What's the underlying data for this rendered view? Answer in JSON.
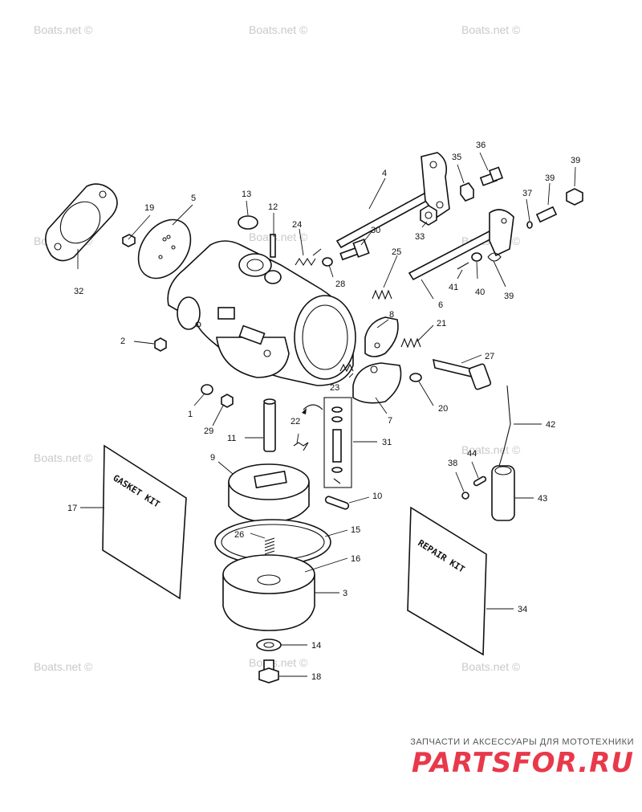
{
  "watermark": "Boats.net ©",
  "footer": {
    "caption": "ЗАПЧАСТИ И АКСЕССУАРЫ ДЛЯ МОТОТЕХНИКИ",
    "brand": "PARTSFOR.RU",
    "brand_color": "#e8394b"
  },
  "kits": {
    "gasket": "GASKET KIT",
    "repair": "REPAIR KIT"
  },
  "callouts": [
    "1",
    "2",
    "3",
    "4",
    "5",
    "6",
    "7",
    "8",
    "9",
    "10",
    "11",
    "12",
    "13",
    "14",
    "15",
    "16",
    "17",
    "18",
    "19",
    "20",
    "21",
    "22",
    "23",
    "24",
    "25",
    "26",
    "27",
    "28",
    "29",
    "30",
    "31",
    "32",
    "33",
    "34",
    "35",
    "36",
    "37",
    "38",
    "39",
    "39",
    "39",
    "40",
    "41",
    "42",
    "43",
    "44"
  ]
}
